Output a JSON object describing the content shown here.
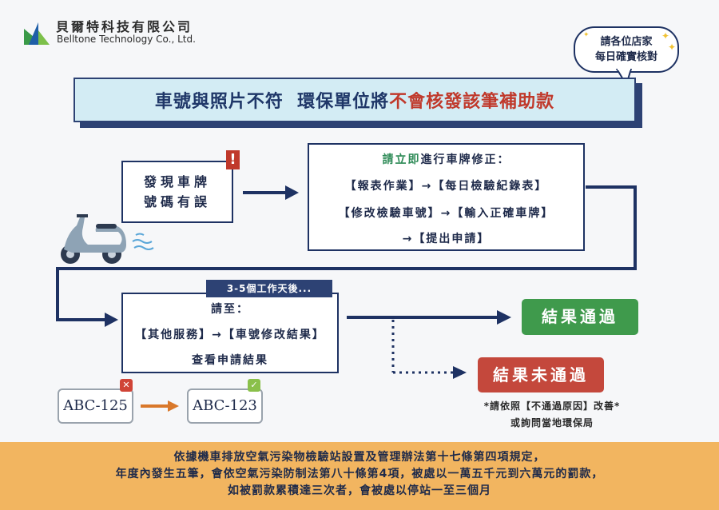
{
  "company": {
    "name_zh": "貝爾特科技有限公司",
    "name_en": "Belltone Technology Co., Ltd."
  },
  "bubble": {
    "line1": "請各位店家",
    "line2": "每日確實核對"
  },
  "banner": {
    "part1": "車號與照片不符  環保單位將",
    "part2": "不會核發該筆補助款"
  },
  "step1": {
    "line1": "發現車牌",
    "line2": "號碼有誤",
    "alert": "!"
  },
  "step2": {
    "lead_highlight": "請立即",
    "lead_rest": "進行車牌修正：",
    "line1": "【報表作業】→【每日檢驗紀錄表】",
    "line2": "【修改檢驗車號】→【輸入正確車牌】",
    "line3": "→【提出申請】"
  },
  "step3": {
    "tag": "3-5個工作天後...",
    "line1": "請至：",
    "line2": "【其他服務】→【車號修改結果】",
    "line3": "查看申請結果"
  },
  "results": {
    "pass": "結果通過",
    "fail": "結果未通過",
    "note1": "*請依照【不通過原因】改善*",
    "note2": "或詢問當地環保局"
  },
  "plates": {
    "wrong": "ABC-125",
    "correct": "ABC-123",
    "wrong_badge": "✕",
    "correct_badge": "✓"
  },
  "footer": {
    "line1": "依據機車排放空氣污染物檢驗站設置及管理辦法第十七條第四項規定，",
    "line2": "年度內發生五筆，會依空氣污染防制法第八十條第4項，被處以一萬五千元到六萬元的罰款，",
    "line3": "如被罰款累積達三次者，會被處以停站一至三個月"
  },
  "colors": {
    "navy": "#1e3263",
    "banner_bg": "#d3ecf4",
    "pass_green": "#3f9a4c",
    "fail_red": "#c4483c",
    "footer_orange": "#f2b560"
  }
}
